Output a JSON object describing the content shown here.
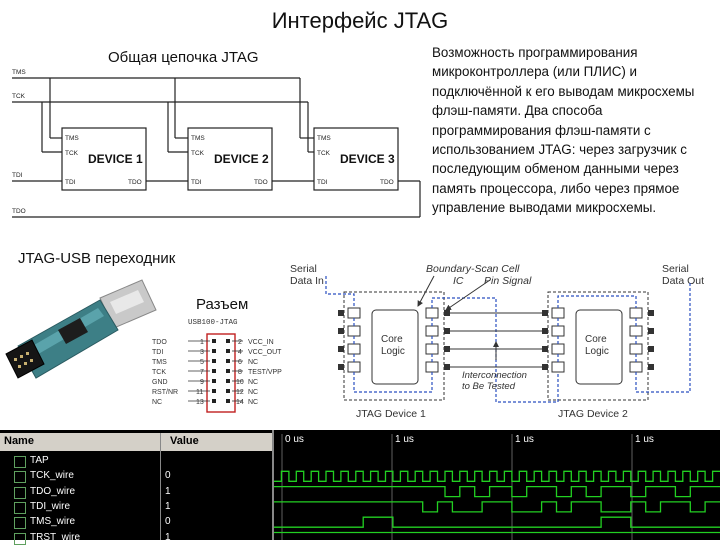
{
  "title": "Интерфейс JTAG",
  "jtag_chain": {
    "caption": "Общая цепочка JTAG",
    "lines": [
      "TMS",
      "TCK",
      "TDI",
      "TDO"
    ],
    "devices": [
      {
        "name": "DEVICE 1",
        "pins": [
          "TMS",
          "TCK",
          "TDI",
          "TDO"
        ]
      },
      {
        "name": "DEVICE 2",
        "pins": [
          "TMS",
          "TCK",
          "TDI",
          "TDO"
        ]
      },
      {
        "name": "DEVICE 3",
        "pins": [
          "TMS",
          "TCK",
          "TDI",
          "TDO"
        ]
      }
    ]
  },
  "description": "Возможность программирования микроконтроллера (или ПЛИС) и подключённой к его выводам микросхемы флэш-памяти. Два способа программирования флэш-памяти с использованием JTAG: через загрузчик с последующим обменом данными через память процессора, либо через прямое управление выводами микросхемы.",
  "usb_adapter": {
    "caption": "JTAG-USB переходник",
    "connector_caption": "Разъем",
    "connector_title": "USB100-JTAG",
    "left_pins": [
      {
        "sig": "TDO",
        "n": "1"
      },
      {
        "sig": "TDI",
        "n": "3"
      },
      {
        "sig": "TMS",
        "n": "5"
      },
      {
        "sig": "TCK",
        "n": "7"
      },
      {
        "sig": "GND",
        "n": "9"
      },
      {
        "sig": "RST/NR",
        "n": "11"
      },
      {
        "sig": "NC",
        "n": "13"
      }
    ],
    "right_pins": [
      {
        "n": "2",
        "sig": "VCC_IN"
      },
      {
        "n": "4",
        "sig": "VCC_OUT"
      },
      {
        "n": "6",
        "sig": "NC"
      },
      {
        "n": "8",
        "sig": "TEST/VPP"
      },
      {
        "n": "10",
        "sig": "NC"
      },
      {
        "n": "12",
        "sig": "NC"
      },
      {
        "n": "14",
        "sig": "NC"
      }
    ]
  },
  "boundary_scan": {
    "serial_in": "Serial\nData In",
    "serial_out": "Serial\nData Out",
    "cell_label": "Boundary-Scan Cell",
    "ic_label": "IC",
    "pin_label": "Pin Signal",
    "core_label": "Core\nLogic",
    "interconnect_label": "Interconnection\nto Be Tested",
    "device1": "JTAG Device 1",
    "device2": "JTAG Device 2"
  },
  "waveform": {
    "header_name": "Name",
    "header_value": "Value",
    "time_labels": [
      "0 us",
      "1 us",
      "1 us",
      "1 us"
    ],
    "signals": [
      {
        "name": "TAP",
        "value": "",
        "bits": []
      },
      {
        "name": "TCK_wire",
        "value": "0",
        "bits": [
          0,
          1,
          0,
          1,
          0,
          1,
          0,
          1,
          0,
          1,
          0,
          1,
          0,
          1,
          0,
          1,
          0,
          1,
          0,
          1,
          0,
          1,
          0,
          1,
          0,
          1,
          0,
          1,
          0,
          1,
          0,
          1,
          0,
          1,
          0,
          1,
          0,
          1,
          0,
          1,
          0,
          1,
          0,
          1,
          0,
          1,
          0,
          1,
          0,
          1,
          0,
          1,
          0,
          1,
          0,
          1,
          0,
          1,
          0,
          1
        ]
      },
      {
        "name": "TDO_wire",
        "value": "1",
        "bits": [
          1,
          1,
          1,
          1,
          1,
          1,
          1,
          1,
          1,
          1,
          1,
          1,
          1,
          1,
          1,
          1,
          1,
          1,
          1,
          1,
          1,
          1,
          1,
          0,
          0,
          1,
          1,
          0,
          0,
          1,
          1,
          1,
          0,
          0,
          1,
          1,
          1,
          1,
          0,
          0,
          1,
          1,
          0,
          0,
          1,
          1,
          1,
          1,
          0,
          0,
          1,
          1,
          1,
          1,
          0,
          0,
          1,
          1,
          1,
          1
        ]
      },
      {
        "name": "TDI_wire",
        "value": "1",
        "bits": [
          1,
          1,
          1,
          1,
          1,
          1,
          1,
          1,
          1,
          1,
          1,
          1,
          1,
          1,
          1,
          1,
          1,
          1,
          1,
          1,
          0,
          0,
          1,
          1,
          0,
          0,
          0,
          0,
          1,
          1,
          1,
          1,
          0,
          0,
          0,
          0,
          1,
          1,
          0,
          0,
          1,
          1,
          1,
          1,
          0,
          0,
          0,
          0,
          1,
          1,
          0,
          0,
          1,
          1,
          1,
          1,
          0,
          0,
          1,
          1
        ]
      },
      {
        "name": "TMS_wire",
        "value": "0",
        "bits": [
          0,
          0,
          0,
          0,
          0,
          0,
          0,
          0,
          0,
          0,
          0,
          0,
          1,
          1,
          1,
          1,
          0,
          0,
          0,
          0,
          0,
          0,
          0,
          0,
          0,
          0,
          0,
          0,
          0,
          0,
          0,
          0,
          0,
          0,
          0,
          0,
          0,
          0,
          0,
          0,
          0,
          0,
          0,
          0,
          1,
          1,
          1,
          1,
          0,
          0,
          0,
          0,
          0,
          0,
          0,
          0,
          0,
          0,
          0,
          0
        ]
      },
      {
        "name": "TRST_wire",
        "value": "1",
        "bits": [
          1,
          1,
          1,
          1,
          1,
          1,
          1,
          1,
          1,
          1,
          1,
          1,
          1,
          1,
          1,
          1,
          1,
          1,
          1,
          1,
          1,
          1,
          1,
          1,
          1,
          1,
          1,
          1,
          1,
          1,
          1,
          1,
          1,
          1,
          1,
          1,
          1,
          1,
          1,
          1,
          1,
          1,
          1,
          1,
          1,
          1,
          1,
          1,
          1,
          1,
          1,
          1,
          1,
          1,
          1,
          1,
          1,
          1,
          1,
          1
        ]
      }
    ]
  }
}
